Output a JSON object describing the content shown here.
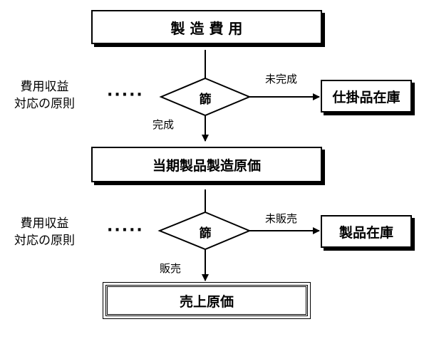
{
  "boxes": {
    "manufacturing_cost": "製 造 費 用",
    "wip_inventory": "仕掛品在庫",
    "cost_of_goods_manufactured": "当期製品製造原価",
    "product_inventory": "製品在庫",
    "cost_of_goods_sold": "売上原価"
  },
  "decisions": {
    "sieve1": "篩",
    "sieve2": "篩"
  },
  "principle_labels": {
    "first": {
      "line1": "費用収益",
      "line2": "対応の原則"
    },
    "second": {
      "line1": "費用収益",
      "line2": "対応の原則"
    }
  },
  "dots": "·····",
  "edge_labels": {
    "incomplete": "未完成",
    "complete": "完成",
    "unsold": "未販売",
    "sold": "販売"
  }
}
